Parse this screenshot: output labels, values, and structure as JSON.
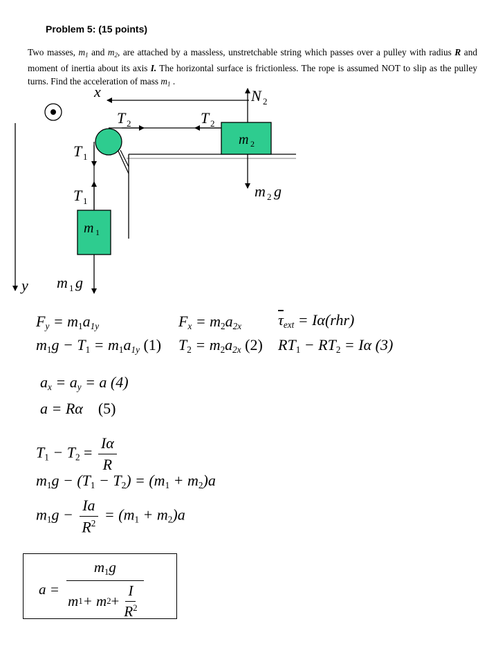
{
  "problem": {
    "title": "Problem 5: (15 points)",
    "statement": {
      "p1": "Two masses, ",
      "m1": "m",
      "m1_sub": "1",
      "and": " and ",
      "m2": "m",
      "m2_sub": "2",
      "p2": ", are attached by a massless, unstretchable  string which passes over a pulley with radius ",
      "R": "R",
      "p3": " and moment of inertia  about its axis ",
      "I": "I.",
      "p4": " The horizontal  surface is frictionless. The rope is assumed NOT to slip as the pulley turns. Find the acceleration  of mass ",
      "m1b": "m",
      "m1b_sub": "1",
      "p5": " ."
    }
  },
  "diagram": {
    "axis_x": "x",
    "axis_y": "y",
    "T2_left": "T",
    "T2_left_sub": "2",
    "T2_right": "T",
    "T2_right_sub": "2",
    "T1_upper": "T",
    "T1_upper_sub": "1",
    "T1_lower": "T",
    "T1_lower_sub": "1",
    "N2": "N",
    "N2_sub": "2",
    "block_m1": "m",
    "block_m1_sub": "1",
    "block_m2": "m",
    "block_m2_sub": "2",
    "m2g_m": "m",
    "m2g_sub": "2",
    "m2g_g": "g",
    "m1g_m": "m",
    "m1g_sub": "1",
    "m1g_g": "g",
    "colors": {
      "block_fill": "#2ecc8f",
      "pulley_fill": "#2ecc8f",
      "stroke": "#000000"
    }
  },
  "equations": {
    "row1": {
      "a": "F",
      "a_sub": "y",
      "b": " = m",
      "b_sub": "1",
      "c": "a",
      "c_sub": "1y",
      "d": "F",
      "d_sub": "x",
      "e": " = m",
      "e_sub": "2",
      "f": "a",
      "f_sub": "2x",
      "g": "τ",
      "g_sub": "ext",
      "h": " = Iα(rhr)"
    },
    "row2": {
      "a": "m",
      "a_sub": "1",
      "b": "g − T",
      "b_sub": "1",
      "c": " = m",
      "c_sub": "1",
      "d": "a",
      "d_sub": "1y",
      "e": " (1)",
      "f": "T",
      "f_sub": "2",
      "g": " = m",
      "g_sub": "2",
      "h": "a",
      "h_sub": "2x",
      "i": " (2)",
      "j": "RT",
      "j_sub": "1",
      "k": " − RT",
      "k_sub": "2",
      "l": " = Iα  (3)"
    },
    "eq4": {
      "a": "a",
      "a_sub": "x",
      "b": " = a",
      "b_sub": "y",
      "c": " = a (4)"
    },
    "eq5": {
      "a": "a = Rα",
      "b": "    (5)"
    },
    "eq6": {
      "lhs": "T",
      "lhs_sub": "1",
      "mid": " − T",
      "mid_sub": "2",
      "eqs": " = ",
      "num": "Iα",
      "den": "R"
    },
    "eq7": {
      "a": "m",
      "a_sub": "1",
      "b": "g − (T",
      "b_sub": "1",
      "c": " − T",
      "c_sub": "2",
      "d": ") = (m",
      "d_sub": "1",
      "e": " + m",
      "e_sub": "2",
      "f": ")a"
    },
    "eq8": {
      "a": "m",
      "a_sub": "1",
      "b": "g − ",
      "num": "Ia",
      "den": "R",
      "den_sup": "2",
      "c": " = (m",
      "c_sub": "1",
      "d": " + m",
      "d_sub": "2",
      "e": ")a"
    },
    "answer": {
      "lhs": "a = ",
      "num_m": "m",
      "num_sub": "1",
      "num_g": "g",
      "den_a": "m",
      "den_a_sub": "1",
      "den_b": " + m",
      "den_b_sub": "2",
      "den_c": " + ",
      "inner_num": "I",
      "inner_den": "R",
      "inner_den_sup": "2"
    }
  }
}
